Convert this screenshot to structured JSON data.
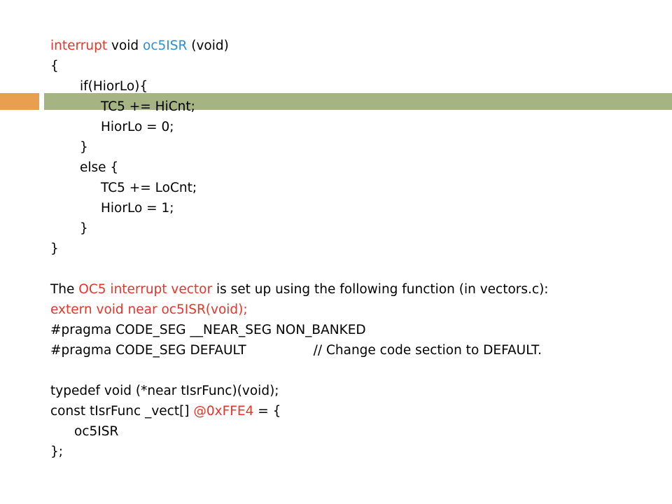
{
  "colors": {
    "accent_left_bar": "#e8a050",
    "accent_right_bar": "#a6b483",
    "keyword_red": "#e8352a",
    "identifier_blue": "#2f8fd0"
  },
  "code": {
    "l1_interrupt": "interrupt",
    "l1_void": " void ",
    "l1_name": "oc5ISR",
    "l1_args": " (void)",
    "l2": "{",
    "l3": "if(HiorLo){",
    "l4": "TC5 += HiCnt;",
    "l5": "HiorLo = 0;",
    "l6": "}",
    "l7": "else {",
    "l8": "TC5 += LoCnt;",
    "l9": "HiorLo = 1;",
    "l10": "}",
    "l11": "}"
  },
  "text": {
    "sentence_pre": "The ",
    "sentence_highlight": "OC5 interrupt vector",
    "sentence_post": " is set up using the following function (in vectors.c):",
    "extern_line": "extern void near oc5ISR(void);",
    "pragma1": "#pragma CODE_SEG __NEAR_SEG NON_BANKED",
    "pragma2": "#pragma CODE_SEG DEFAULT",
    "pragma2_comment": "// Change code section to DEFAULT.",
    "typedef_line": "typedef void (*near tIsrFunc)(void);",
    "const_pre": "const tIsrFunc _vect[] ",
    "const_addr": "@0xFFE4",
    "const_post": " = {",
    "vector_entry": "oc5ISR",
    "closing": "};"
  }
}
